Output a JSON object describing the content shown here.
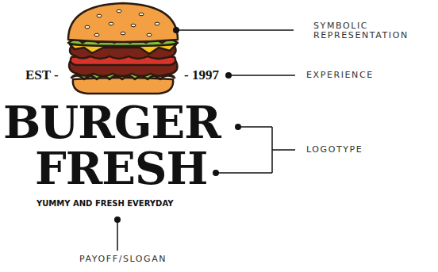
{
  "diagram": {
    "labels": [
      "SYMBOLIC REPRESENTATION",
      "EST -",
      "- 1997",
      "EXPERIENCE",
      "BURGER",
      "FRESH",
      "LOGOTYPE",
      "YUMMY AND FRESH EVERYDAY",
      "PAYOFF/SLOGAN"
    ]
  }
}
